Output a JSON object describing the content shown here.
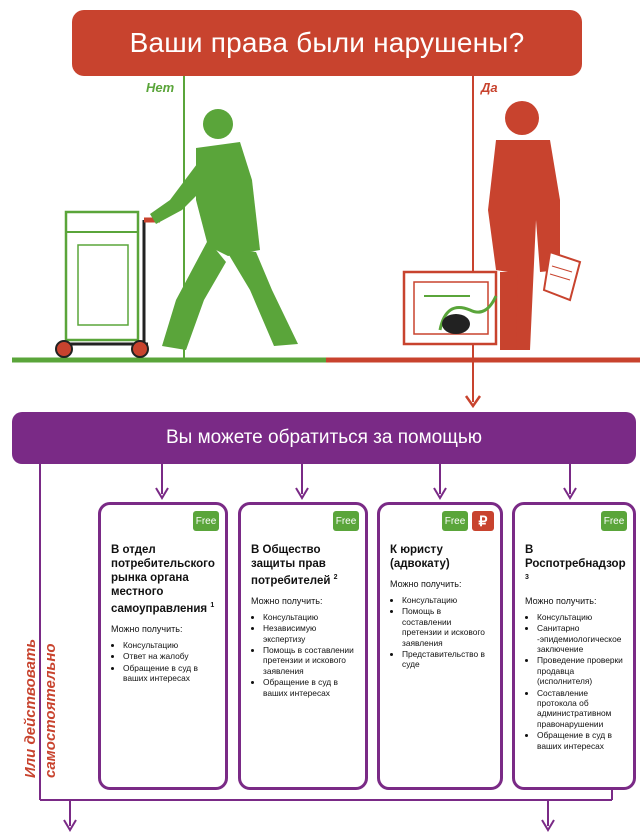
{
  "header": {
    "question": "Ваши права были нарушены?"
  },
  "branches": {
    "no_label": "Нет",
    "yes_label": "Да"
  },
  "help_banner": {
    "text": "Вы можете обратиться за помощью"
  },
  "side_note": {
    "line1": "Или действовать",
    "line2": "самостоятельно"
  },
  "badges": {
    "free": "Free",
    "paid": "₽"
  },
  "cards": [
    {
      "title": "В отдел потребительского рынка органа местного самоуправления",
      "note": "1",
      "subtitle": "Можно получить:",
      "items": [
        "Консультацию",
        "Ответ на жалобу",
        "Обращение в суд в ваших интересах"
      ]
    },
    {
      "title": "В Общество защиты прав потребителей",
      "note": "2",
      "subtitle": "Можно получить:",
      "items": [
        "Консультацию",
        "Независимую экспертизу",
        "Помощь в составлении претензии и искового заявления",
        "Обращение в суд в ваших интересах"
      ]
    },
    {
      "title": "К юристу (адвокату)",
      "note": "",
      "subtitle": "Можно получить:",
      "items": [
        "Консультацию",
        "Помощь в составлении претензии и искового заявления",
        "Представительство в суде"
      ]
    },
    {
      "title": "В Роспотребнадзор",
      "note": "3",
      "subtitle": "Можно получить:",
      "items": [
        "Консультацию",
        "Санитарно -эпидемиологическое заключение",
        "Проведение проверки продавца (исполнителя)",
        "Составление протокола об административном правонарушении",
        "Обращение в суд в ваших интересах"
      ]
    }
  ],
  "colors": {
    "red": "#c8432e",
    "green": "#5aa53a",
    "purple": "#7a2a86"
  }
}
